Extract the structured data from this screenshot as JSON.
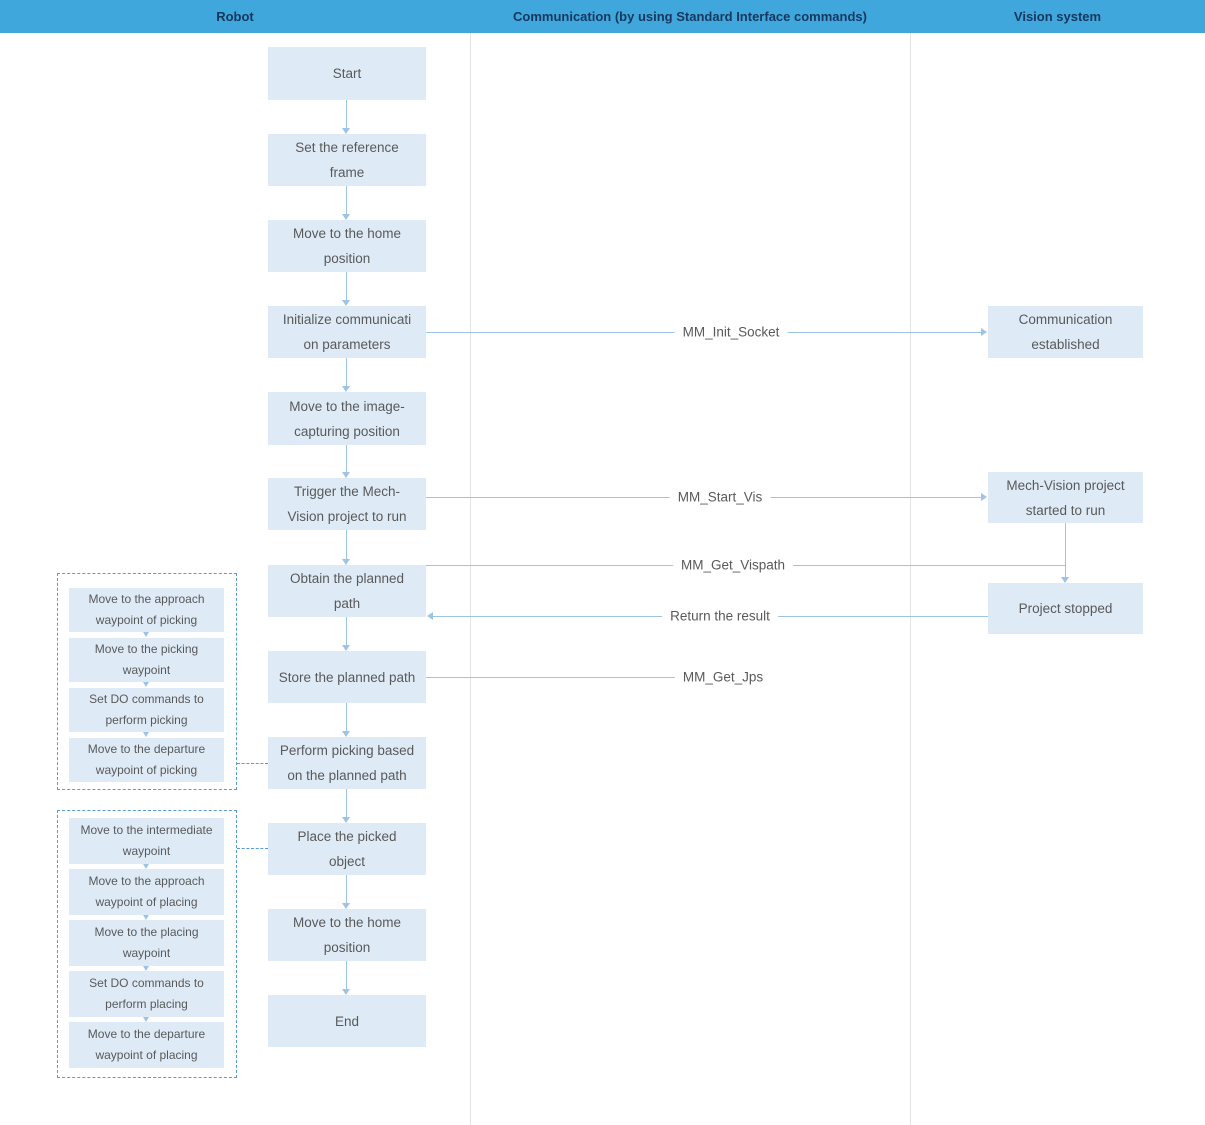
{
  "colors": {
    "header_bg": "#3fa7dc",
    "header_text": "#17375e",
    "node_fill": "#deebf7",
    "node_text": "#595959",
    "arrow": "#9dc3e6",
    "dashed": "#5b9bd5",
    "divider": "#e3e3e3"
  },
  "header": {
    "columns": [
      {
        "label": "Robot"
      },
      {
        "label": "Communication (by using Standard Interface commands)"
      },
      {
        "label": "Vision system"
      }
    ]
  },
  "robot_flow": [
    "Start",
    "Set the reference\nframe",
    "Move to the home\nposition",
    "Initialize communicati\non parameters",
    "Move to the image-\ncapturing position",
    "Trigger the Mech-\nVision project to run",
    "Obtain the planned\npath",
    "Store the planned path",
    "Perform picking based\non the planned path",
    "Place the picked\nobject",
    "Move to the home\nposition",
    "End"
  ],
  "vision_flow": [
    "Communication\nestablished",
    "Mech-Vision project\nstarted to run",
    "Project stopped"
  ],
  "comm_labels": {
    "init_socket": "MM_Init_Socket",
    "start_vis": "MM_Start_Vis",
    "get_vispath": "MM_Get_Vispath",
    "return_result": "Return the result",
    "get_jps": "MM_Get_Jps"
  },
  "picking_group": {
    "steps": [
      "Move to the approach\nwaypoint of picking",
      "Move to the picking\nwaypoint",
      "Set DO commands to\nperform picking",
      "Move to the departure\nwaypoint of picking"
    ]
  },
  "placing_group": {
    "steps": [
      "Move to the intermediate\nwaypoint",
      "Move to the approach\nwaypoint of placing",
      "Move to the placing\nwaypoint",
      "Set DO commands to\nperform placing",
      "Move to the departure\nwaypoint of placing"
    ]
  }
}
